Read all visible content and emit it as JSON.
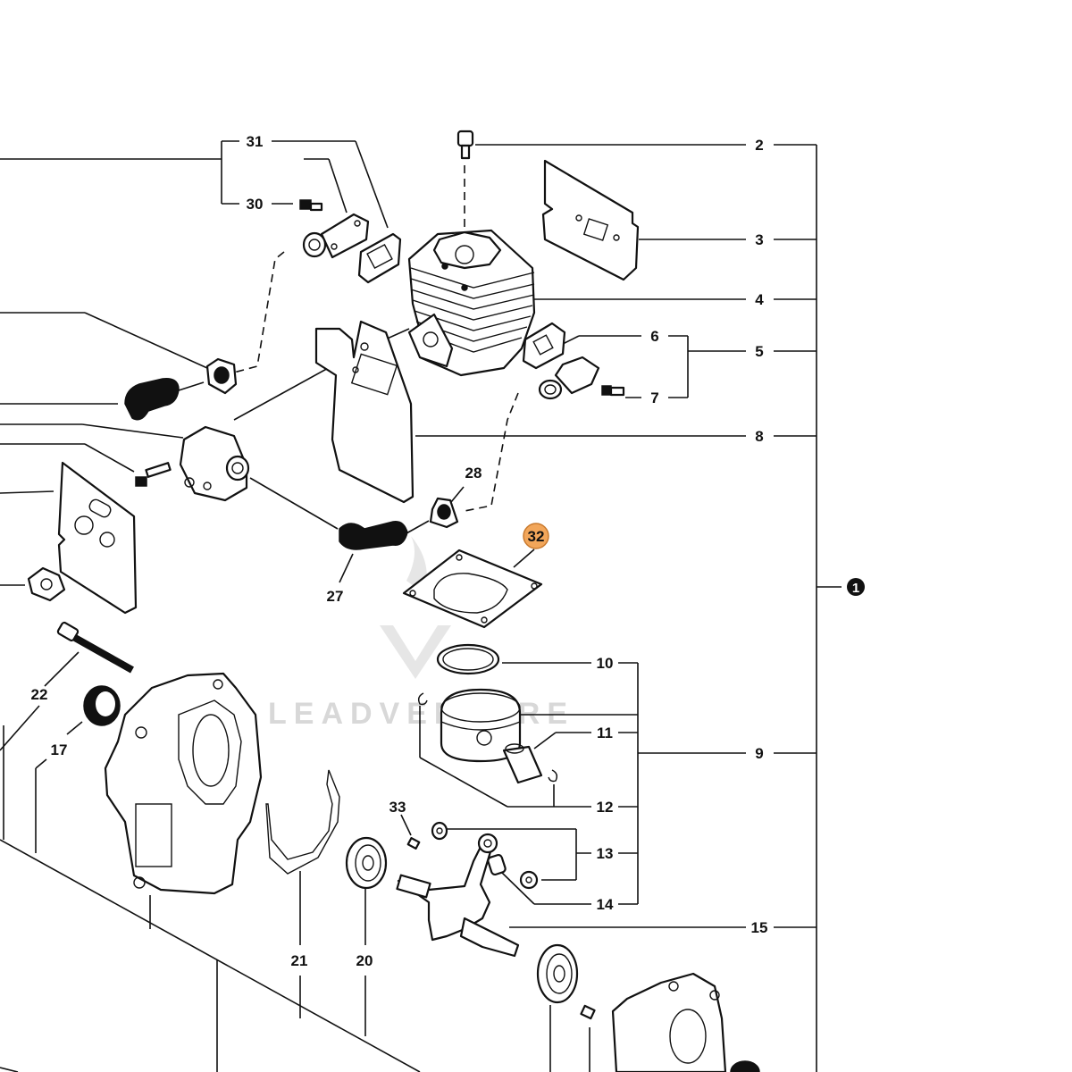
{
  "watermark": "LEADVENTURE",
  "colors": {
    "highlight": "#f2a65a",
    "line": "#111111",
    "watermark": "#d8d8d8"
  },
  "callouts": {
    "c1": "1",
    "c2": "2",
    "c3": "3",
    "c4": "4",
    "c5": "5",
    "c6": "6",
    "c7": "7",
    "c8": "8",
    "c9": "9",
    "c10": "10",
    "c11": "11",
    "c12": "12",
    "c13": "13",
    "c14": "14",
    "c15": "15",
    "c17": "17",
    "c20": "20",
    "c21": "21",
    "c22": "22",
    "c27": "27",
    "c28": "28",
    "c30": "30",
    "c31": "31",
    "c32": "32",
    "c33": "33"
  }
}
